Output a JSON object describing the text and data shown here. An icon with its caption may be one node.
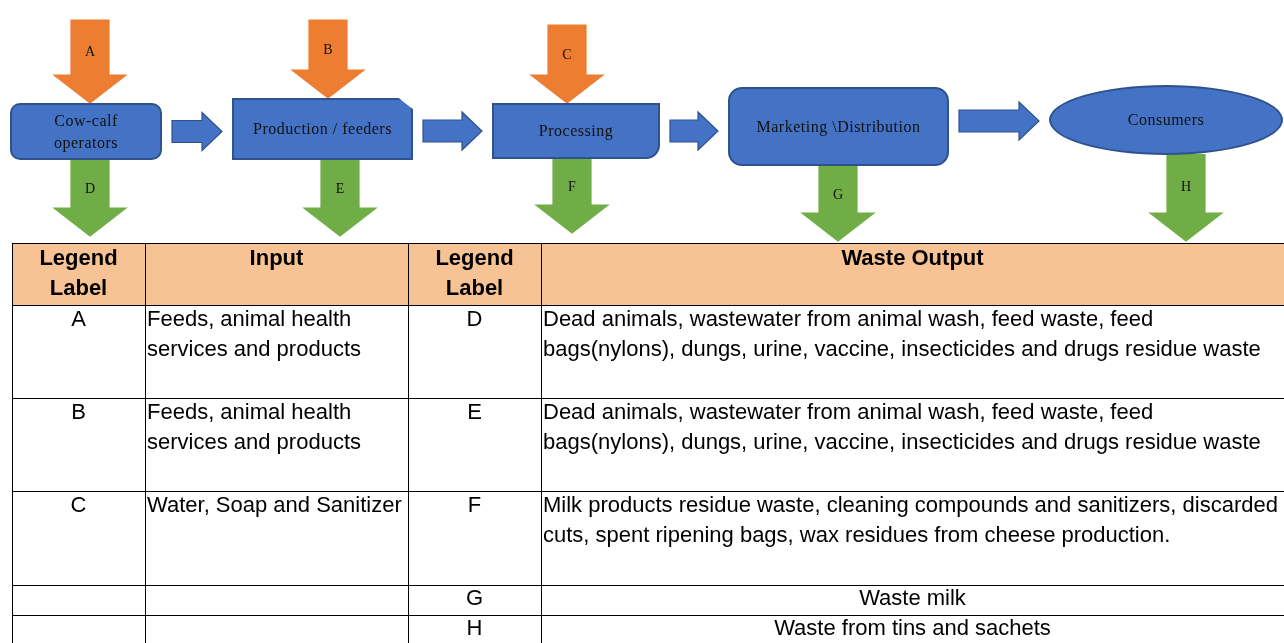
{
  "diagram": {
    "nodes": [
      {
        "text": [
          "Cow-calf operators"
        ]
      },
      {
        "text": [
          "Production / feeders"
        ]
      },
      {
        "text": [
          "Processing"
        ]
      },
      {
        "text": [
          "Marketing \\Distribution"
        ]
      },
      {
        "text": [
          "Consumers"
        ]
      }
    ],
    "edges": [
      {
        "from": null,
        "to": 0,
        "arrow": "to",
        "label": "A",
        "color": "#ed7d31"
      },
      {
        "from": null,
        "to": 1,
        "arrow": "to",
        "label": "B",
        "color": "#ed7d31"
      },
      {
        "from": null,
        "to": 2,
        "arrow": "to",
        "label": "C",
        "color": "#ed7d31"
      },
      {
        "from": 0,
        "to": 1,
        "arrow": "to"
      },
      {
        "from": 1,
        "to": 2,
        "arrow": "to"
      },
      {
        "from": 2,
        "to": 3,
        "arrow": "to"
      },
      {
        "from": 3,
        "to": 4,
        "arrow": "to"
      },
      {
        "from": 0,
        "to": null,
        "arrow": "to",
        "label": "D",
        "color": "#70ad47"
      },
      {
        "from": 1,
        "to": null,
        "arrow": "to",
        "label": "E",
        "color": "#70ad47"
      },
      {
        "from": 2,
        "to": null,
        "arrow": "to",
        "label": "F",
        "color": "#70ad47"
      },
      {
        "from": 3,
        "to": null,
        "arrow": "to",
        "label": "G",
        "color": "#70ad47"
      },
      {
        "from": 4,
        "to": null,
        "arrow": "to",
        "label": "H",
        "color": "#70ad47"
      }
    ],
    "labels": [
      "Legend Label",
      "Input",
      "Legend Label",
      "Waste Output",
      "A",
      "Feeds, animal health services and products",
      "D",
      "Dead animals, wastewater from animal wash, feed waste, feed bags(nylons), dungs, urine, vaccine, insecticides and drugs residue waste",
      "B",
      "Feeds, animal health services and products",
      "E",
      "Dead animals, wastewater from animal wash, feed waste, feed bags(nylons), dungs, urine, vaccine, insecticides and drugs residue waste",
      "C",
      "Water, Soap and Sanitizer",
      "F",
      "Milk products residue waste, cleaning compounds and sanitizers, discarded cuts, spent ripening bags, wax residues from cheese production.",
      "G",
      "Waste milk",
      "H",
      "Waste from tins and sachets"
    ]
  }
}
